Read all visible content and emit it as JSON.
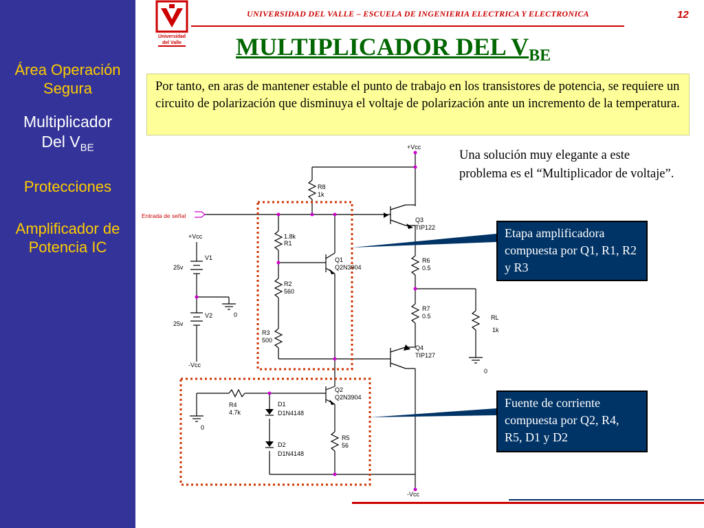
{
  "header": {
    "university": "UNIVERSIDAD DEL VALLE – ESCUELA DE INGENIERIA ELECTRICA Y ELECTRONICA",
    "page_number": "12",
    "logo_line1": "Universidad",
    "logo_line2": "del Valle"
  },
  "title": {
    "main": "MULTIPLICADOR DEL V",
    "sub": "BE"
  },
  "sidebar": {
    "items": [
      {
        "line1": "Área Operación",
        "line2": "Segura"
      },
      {
        "line1": "Multiplicador",
        "line2": "Del V",
        "sub": "BE"
      },
      {
        "line1": "Protecciones"
      },
      {
        "line1": "Amplificador de",
        "line2": "Potencia IC"
      }
    ]
  },
  "note": {
    "text": "Por tanto, en aras de mantener estable el punto de trabajo en los transistores de potencia, se requiere un circuito de polarización que disminuya el voltaje de polarización ante un incremento de la temperatura."
  },
  "solution": {
    "text": "Una solución muy elegante a este problema es el “Multiplicador de voltaje”."
  },
  "callouts": {
    "amplifier": "Etapa amplificadora compuesta por Q1, R1, R2 y R3",
    "current_source": "Fuente de corriente compuesta por Q2, R4, R5, D1 y D2"
  },
  "circuit": {
    "labels": {
      "vcc_top": "+Vcc",
      "vcc_bottom": "-Vcc",
      "input": "Entrada de señal",
      "r8": "R8",
      "r8_val": "1k",
      "r1": "R1",
      "r1_val": "1.8k",
      "r2": "R2",
      "r2_val": "560",
      "r3": "R3",
      "r3_val": "500",
      "q1": "Q1",
      "q1_part": "Q2N3904",
      "q2": "Q2",
      "q2_part": "Q2N3904",
      "q3": "Q3",
      "q3_part": "TIP122",
      "q4": "Q4",
      "q4_part": "TIP127",
      "r6": "R6",
      "r6_val": "0.5",
      "r7": "R7",
      "r7_val": "0.5",
      "rl": "RL",
      "rl_val": "1k",
      "r4": "R4",
      "r4_val": "4.7k",
      "r5": "R5",
      "r5_val": "56",
      "d1": "D1",
      "d1_part": "D1N4148",
      "d2": "D2",
      "d2_part": "D1N4148",
      "v1": "V1",
      "v2": "V2",
      "v1_val": "25v",
      "v2_val": "25v",
      "src_vcc_pos": "+Vcc",
      "src_vcc_neg": "-Vcc",
      "gnd0_a": "0",
      "gnd0_b": "0",
      "gnd0_c": "0"
    }
  },
  "colors": {
    "sidebar_bg": "#333399",
    "sidebar_text": "#ffcc00",
    "sidebar_active": "#ffffff",
    "title": "#006600",
    "header": "#cc0000",
    "note_bg": "#ffff99",
    "callout_bg": "#003366",
    "dotted_box": "#cc3300"
  }
}
